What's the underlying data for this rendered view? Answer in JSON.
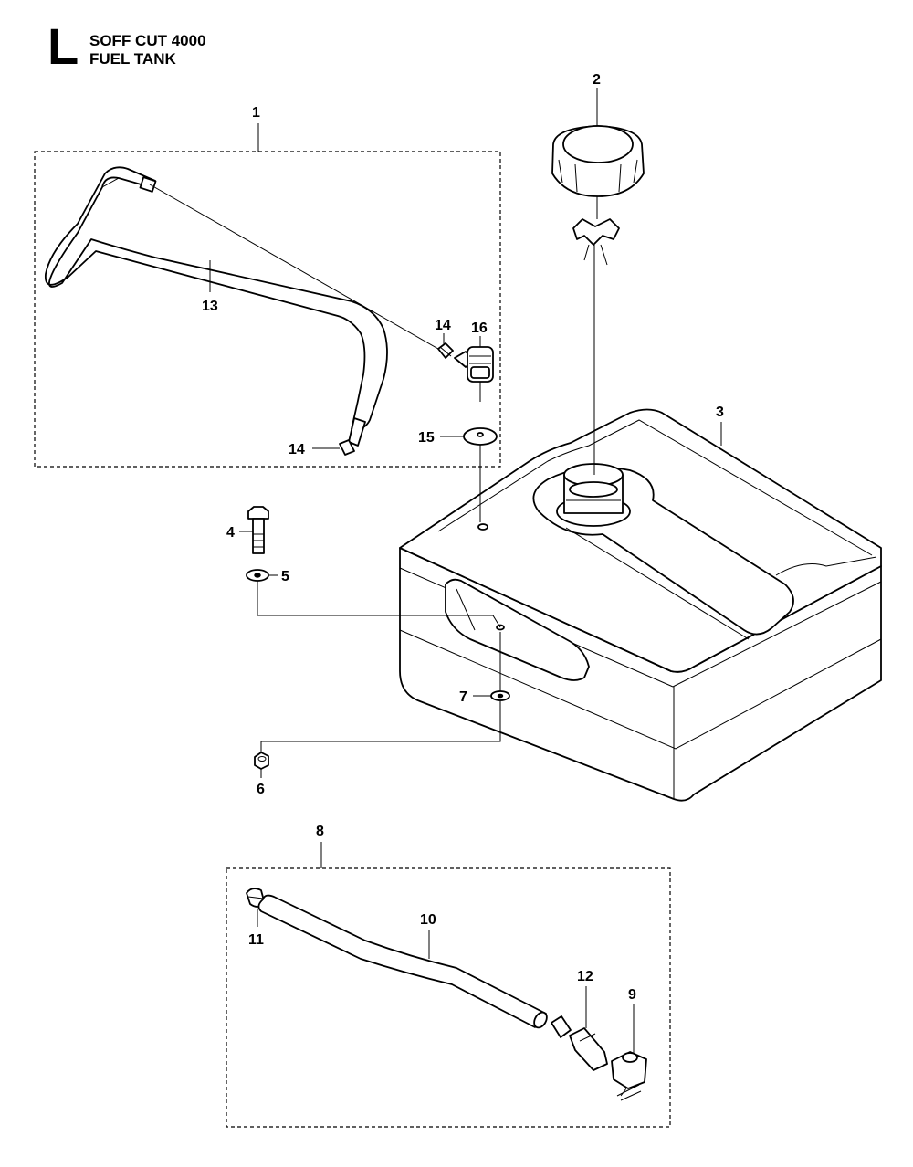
{
  "header": {
    "section_letter": "L",
    "model": "SOFF CUT 4000",
    "assembly": "FUEL TANK"
  },
  "callouts": [
    "1",
    "2",
    "3",
    "4",
    "5",
    "6",
    "7",
    "8",
    "9",
    "10",
    "11",
    "12",
    "13",
    "14",
    "14",
    "15",
    "16"
  ]
}
